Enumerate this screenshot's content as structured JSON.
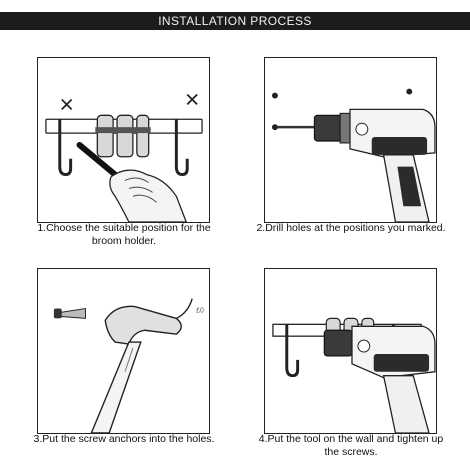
{
  "header": {
    "title": "INSTALLATION PROCESS"
  },
  "steps": [
    {
      "caption": "1.Choose the suitable position for the broom holder."
    },
    {
      "caption": "2.Drill holes at the positions you marked."
    },
    {
      "caption": "3.Put the screw anchors into the holes."
    },
    {
      "caption": "4.Put the tool on the wall and tighten up the screws."
    }
  ],
  "colors": {
    "header_bg": "#1c1c1c",
    "header_text": "#f2f2f2",
    "line": "#222222"
  }
}
